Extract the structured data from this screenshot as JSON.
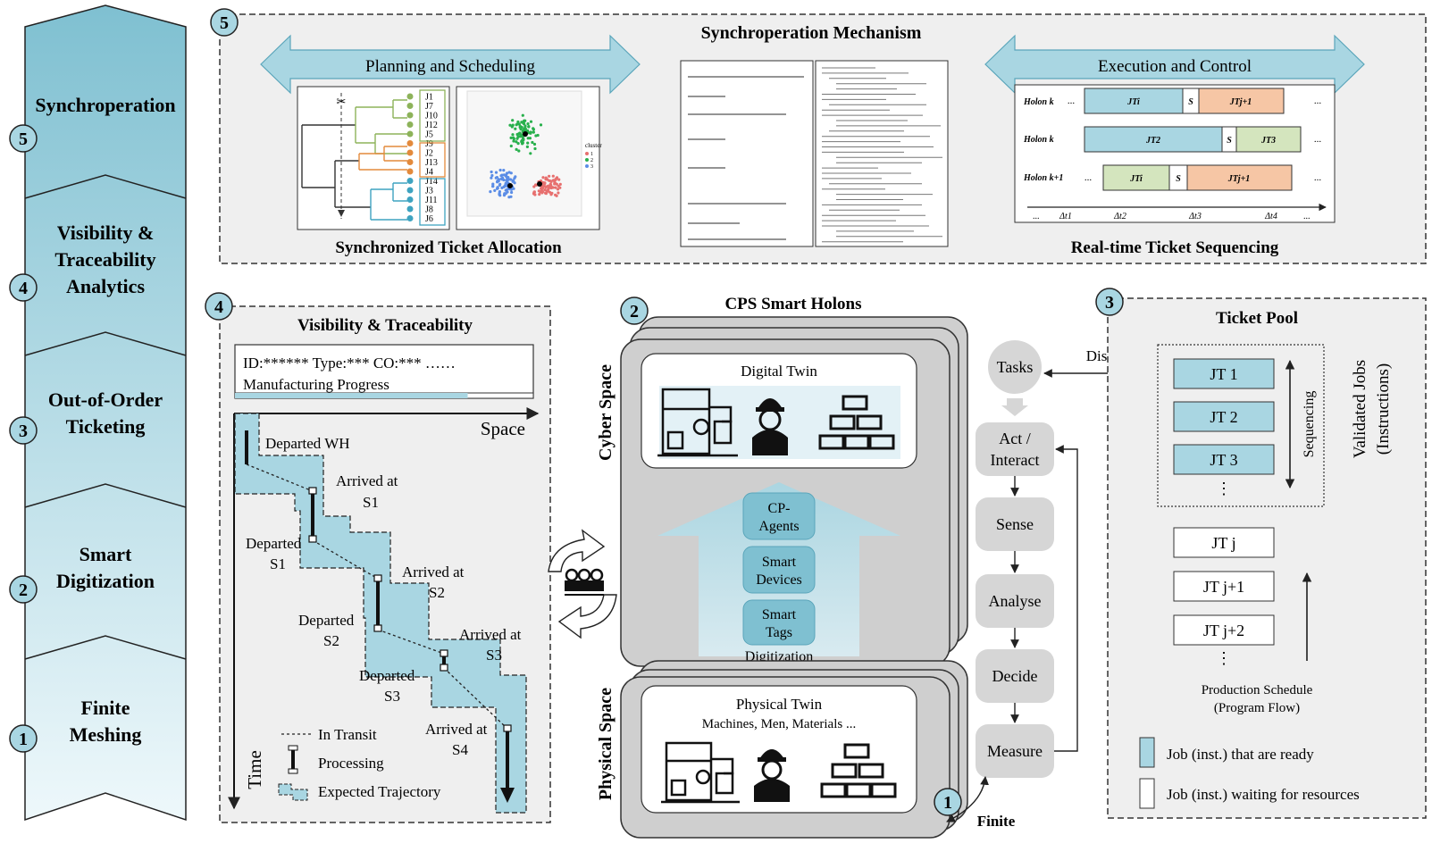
{
  "stages": [
    {
      "num": "5",
      "label": "Synchroperation"
    },
    {
      "num": "4",
      "label_lines": [
        "Visibility &",
        "Traceability",
        "Analytics"
      ]
    },
    {
      "num": "3",
      "label_lines": [
        "Out-of-Order",
        "Ticketing"
      ]
    },
    {
      "num": "2",
      "label_lines": [
        "Smart",
        "Digitization"
      ]
    },
    {
      "num": "1",
      "label_lines": [
        "Finite",
        "Meshing"
      ]
    }
  ],
  "synchro": {
    "badge": "5",
    "title": "Synchroperation Mechanism",
    "planning_label": "Planning and Scheduling",
    "execution_label": "Execution and Control",
    "allocation_caption": "Synchronized Ticket Allocation",
    "sequencing_caption": "Real-time Ticket Sequencing",
    "dendro_jobs": [
      "J1",
      "J7",
      "J10",
      "J12",
      "J5",
      "J9",
      "J2",
      "J13",
      "J4",
      "J14",
      "J3",
      "J11",
      "J8",
      "J6"
    ],
    "cluster_legend": {
      "title": "cluster",
      "items": [
        "1",
        "2",
        "3"
      ]
    },
    "gantt_rows": [
      {
        "label": "Holon k",
        "bars": [
          "JTi",
          "S",
          "JTj+1"
        ]
      },
      {
        "label": "Holon k",
        "bars": [
          "JT2",
          "S",
          "JT3"
        ]
      },
      {
        "label": "Holon k+1",
        "bars": [
          "JTi",
          "S",
          "JTj+1"
        ]
      }
    ],
    "gantt_axis": [
      "...",
      "Δt1",
      "Δt2",
      "Δt3",
      "Δt4",
      "..."
    ],
    "dots": "..."
  },
  "visibility": {
    "badge": "4",
    "title": "Visibility & Traceability",
    "info_line": "ID:****** Type:*** CO:*** ……",
    "progress_label": "Manufacturing Progress",
    "progress_fraction": 0.78,
    "space_label": "Space",
    "time_label": "Time",
    "events": [
      "Departed WH",
      "Arrived at",
      "S1",
      "Departed",
      "S1",
      "Arrived at",
      "S2",
      "Departed",
      "S2",
      "Arrived at",
      "S3",
      "Departed",
      "S3",
      "Arrived at",
      "S4"
    ],
    "legend": [
      "In Transit",
      "Processing",
      "Expected Trajectory"
    ]
  },
  "holons": {
    "badge": "2",
    "title": "CPS Smart Holons",
    "cyber_label": "Cyber Space",
    "physical_label": "Physical Space",
    "digital_twin": "Digital Twin",
    "physical_twin": "Physical Twin",
    "physical_sub": "Machines, Men, Materials ...",
    "layers": [
      "CP-Agents",
      "Smart Devices",
      "Smart Tags"
    ],
    "digitization": "Digitization"
  },
  "loop": {
    "tasks": "Tasks",
    "steps": [
      "Act / Interact",
      "Sense",
      "Analyse",
      "Decide",
      "Measure"
    ],
    "dispatch": "Dispatch",
    "badge": "1",
    "finite": "Finite"
  },
  "ticket_pool": {
    "badge": "3",
    "title": "Ticket Pool",
    "ready_jobs": [
      "JT 1",
      "JT 2",
      "JT 3"
    ],
    "waiting_jobs": [
      "JT j",
      "JT j+1",
      "JT j+2"
    ],
    "sequencing": "Sequencing",
    "schedule": [
      "Production Schedule",
      "(Program Flow)"
    ],
    "side_label": [
      "Validated Jobs",
      "(Instructions)"
    ],
    "legend": [
      "Job (inst.) that are ready",
      "Job (inst.) waiting for resources"
    ],
    "vdots": "⋮"
  },
  "colors": {
    "teal": "#a9d6e2",
    "teal_dark": "#5aa5ba",
    "box_gray": "#cfcfcf",
    "bg_gray": "#efefef",
    "orange": "#f6c6a5",
    "green": "#d4e5be"
  }
}
